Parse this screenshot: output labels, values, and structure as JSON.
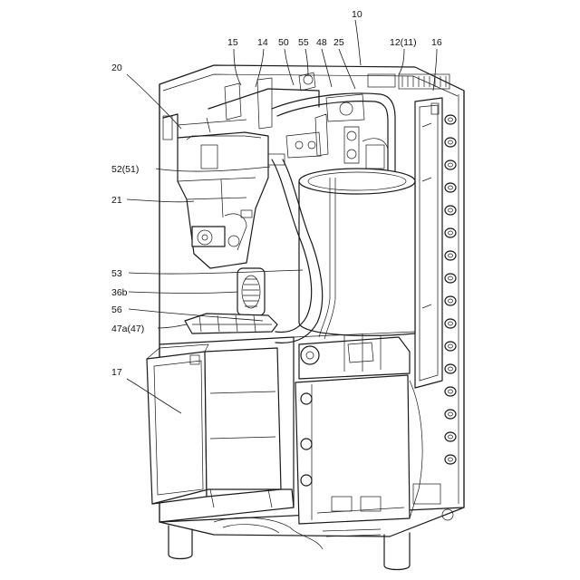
{
  "labels": {
    "l10": "10",
    "l15": "15",
    "l14": "14",
    "l50": "50",
    "l55": "55",
    "l48": "48",
    "l25": "25",
    "l12": "12(11)",
    "l16": "16",
    "l20": "20",
    "l52": "52(51)",
    "l21": "21",
    "l53": "53",
    "l36b": "36b",
    "l56": "56",
    "l47a": "47a(47)",
    "l17": "17"
  }
}
